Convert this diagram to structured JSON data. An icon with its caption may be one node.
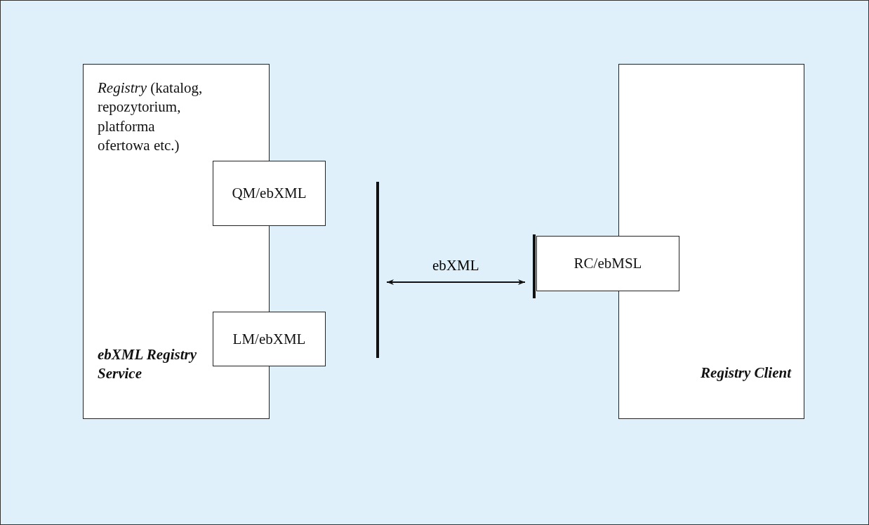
{
  "diagram": {
    "nodes": [
      {
        "text": [
          "*Registry* (katalog, repozytorium, platforma ofertowa etc.)",
          "ebXML Registry Service"
        ]
      },
      {
        "text": [
          "QM/ebXML"
        ]
      },
      {
        "text": [
          "LM/ebXML"
        ]
      },
      {
        "text": [],
        "shape": "bar"
      },
      {
        "text": [
          "Registry Client"
        ]
      },
      {
        "text": [],
        "shape": "bar"
      },
      {
        "text": [
          "RC/ebMSL"
        ]
      }
    ],
    "edges": [
      {
        "from": 3,
        "to": 5,
        "arrow": "both",
        "label": "ebXML"
      }
    ]
  }
}
